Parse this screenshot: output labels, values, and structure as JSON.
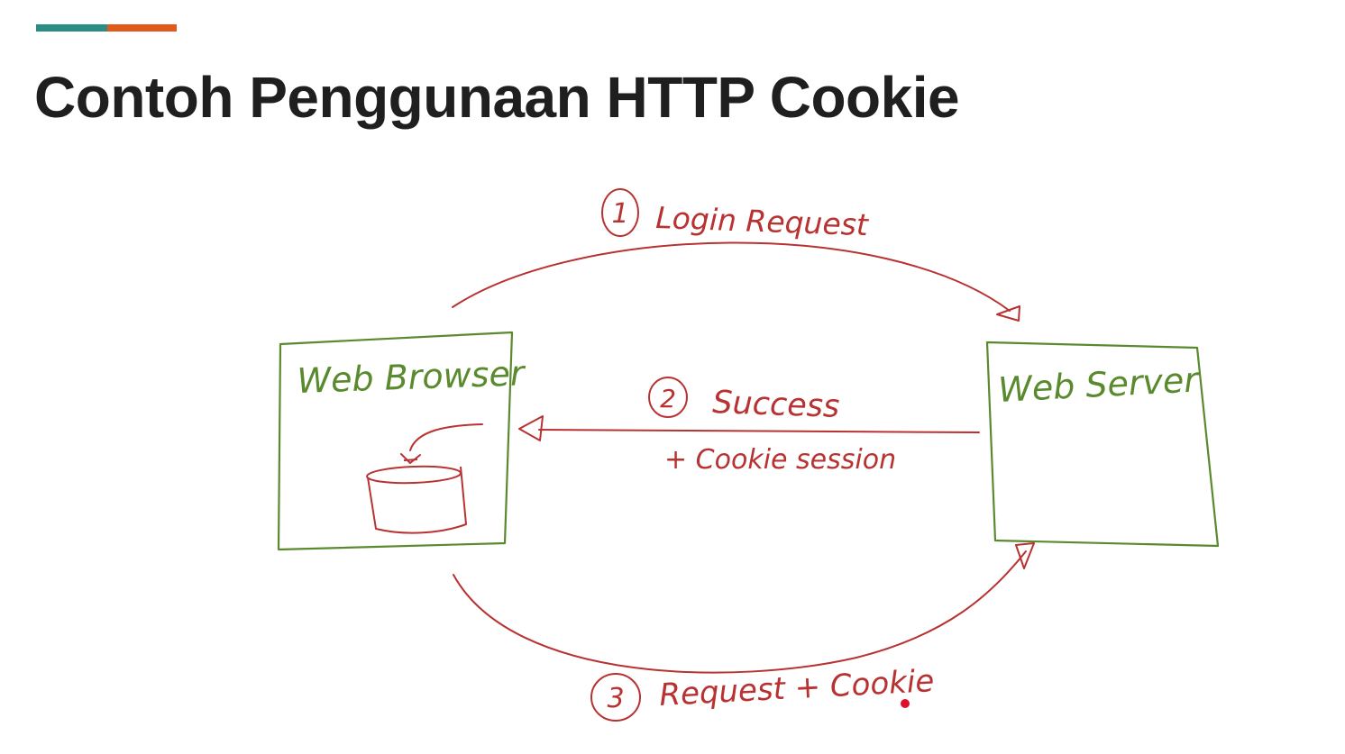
{
  "slide": {
    "title": "Contoh Penggunaan HTTP Cookie",
    "accent_colors": [
      "#2a8c82",
      "#e05a1c"
    ]
  },
  "diagram": {
    "colors": {
      "box": "#5a8a2e",
      "arrow": "#b83232",
      "title": "#1f1f1f",
      "pointer": "#e0102c"
    },
    "nodes": {
      "browser": {
        "label": "Web Browser",
        "icon": "cookie-storage-icon"
      },
      "server": {
        "label": "Web Server"
      }
    },
    "steps": [
      {
        "number": "1",
        "label": "Login Request",
        "sublabel": ""
      },
      {
        "number": "2",
        "label": "Success",
        "sublabel": "+ Cookie session"
      },
      {
        "number": "3",
        "label": "Request + Cookie",
        "sublabel": ""
      }
    ]
  }
}
